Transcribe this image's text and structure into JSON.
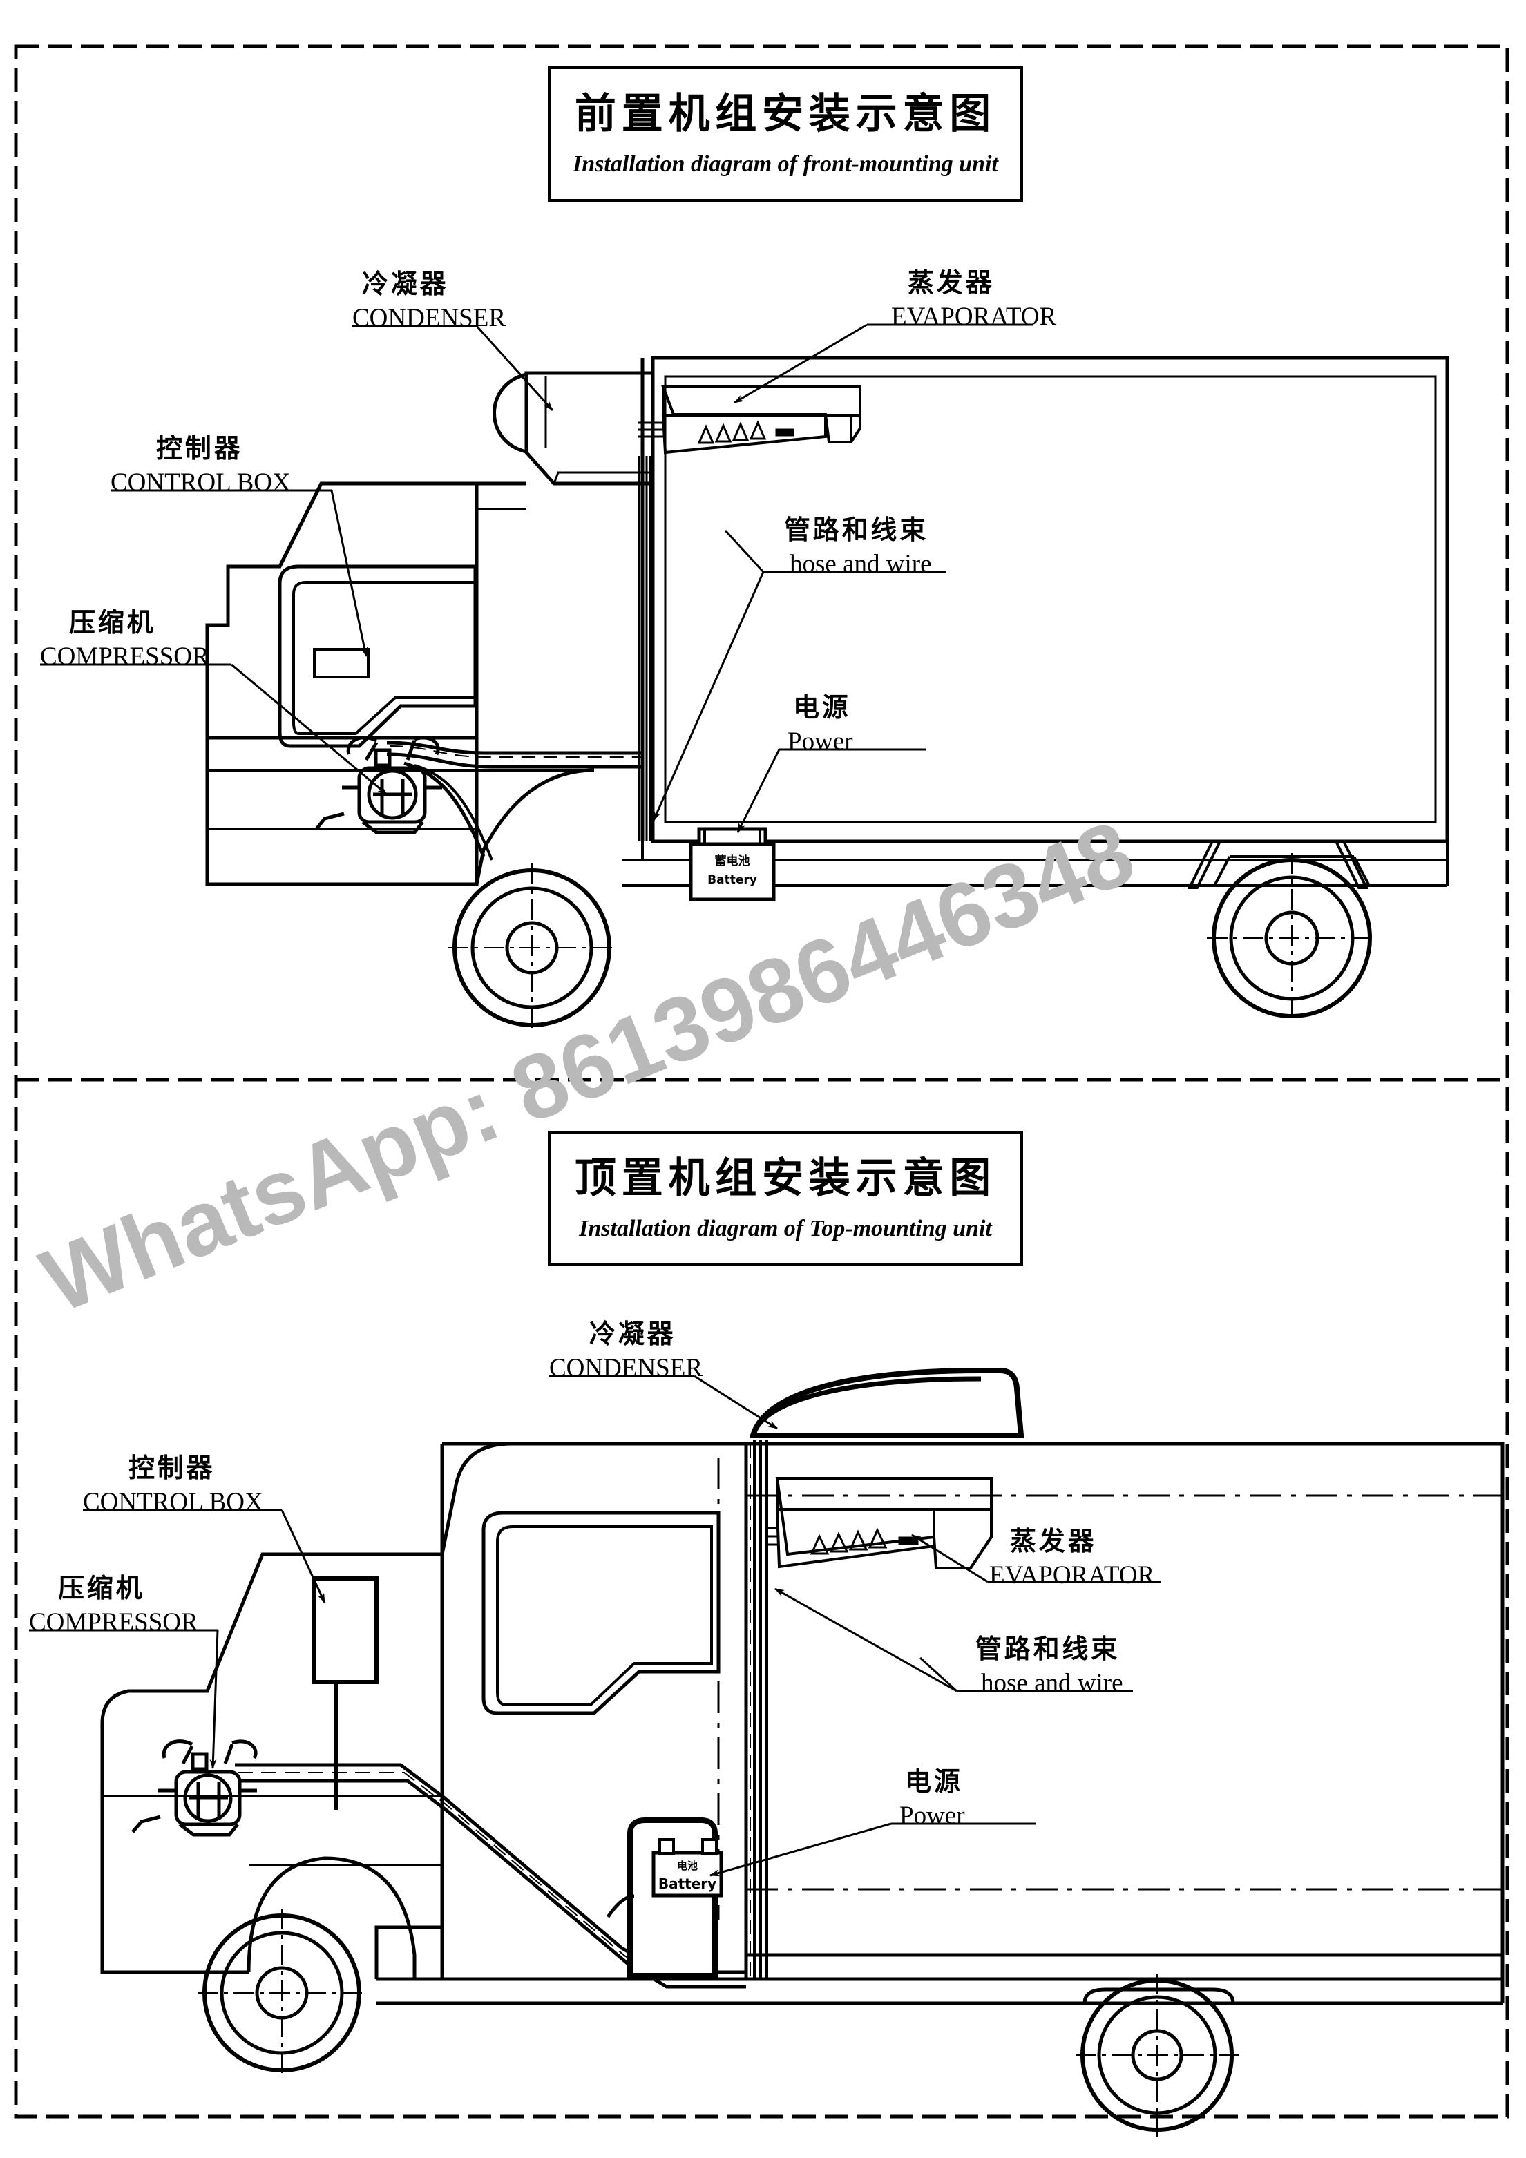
{
  "document": {
    "type": "technical-installation-diagram",
    "subject": "Refrigeration unit installation on refrigerated truck",
    "watermark": "WhatsApp: 8613986446348",
    "watermark_color": "#b9b9b9",
    "line_color": "#000000",
    "background_color": "#ffffff"
  },
  "diagrams": [
    {
      "id": "front-mounting",
      "title_cn": "前置机组安装示意图",
      "title_en": "Installation diagram of front-mounting unit",
      "callouts": [
        {
          "id": "condenser",
          "cn": "冷凝器",
          "en": "CONDENSER"
        },
        {
          "id": "evaporator",
          "cn": "蒸发器",
          "en": "EVAPORATOR"
        },
        {
          "id": "control-box",
          "cn": "控制器",
          "en": "CONTROL BOX"
        },
        {
          "id": "compressor",
          "cn": "压缩机",
          "en": "COMPRESSOR"
        },
        {
          "id": "hose-wire",
          "cn": "管路和线束",
          "en": "hose and wire"
        },
        {
          "id": "power",
          "cn": "电源",
          "en": "Power"
        }
      ],
      "battery": {
        "cn": "蓄电池",
        "en": "Battery"
      }
    },
    {
      "id": "top-mounting",
      "title_cn": "顶置机组安装示意图",
      "title_en": "Installation diagram of Top-mounting unit",
      "callouts": [
        {
          "id": "condenser",
          "cn": "冷凝器",
          "en": "CONDENSER"
        },
        {
          "id": "evaporator",
          "cn": "蒸发器",
          "en": "EVAPORATOR"
        },
        {
          "id": "control-box",
          "cn": "控制器",
          "en": "CONTROL BOX"
        },
        {
          "id": "compressor",
          "cn": "压缩机",
          "en": "COMPRESSOR"
        },
        {
          "id": "hose-wire",
          "cn": "管路和线束",
          "en": "hose and wire"
        },
        {
          "id": "power",
          "cn": "电源",
          "en": "Power"
        }
      ],
      "battery": {
        "cn": "电池",
        "en": "Battery"
      }
    }
  ]
}
